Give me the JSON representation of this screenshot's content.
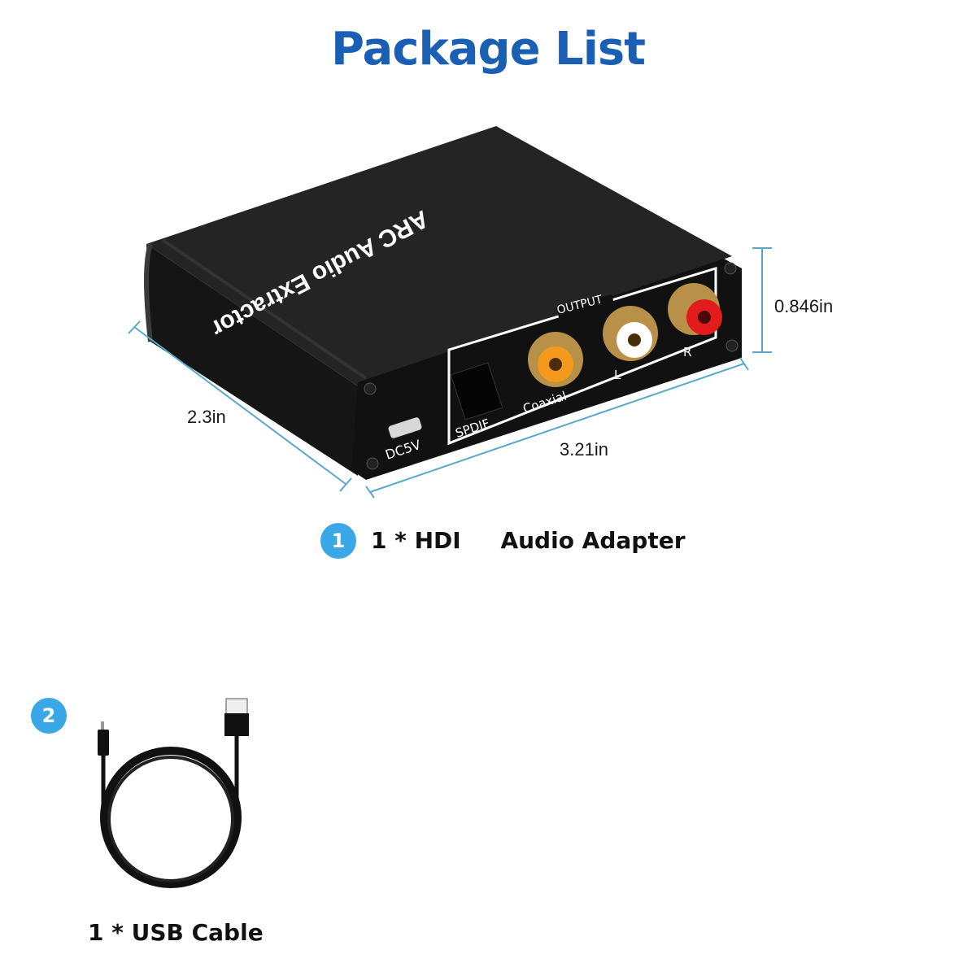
{
  "title": "Package List",
  "colors": {
    "title": "#1a5fb4",
    "badge": "#3aa8e6",
    "dimension_line": "#5ba7c9",
    "device_body": "#1b1b1b",
    "gold": "#c8a45c",
    "coaxial_insert": "#f39a1c",
    "left_insert": "#ffffff",
    "right_insert": "#e21c1c"
  },
  "device": {
    "top_label": "ARC Audio Extractor",
    "panel_label": "OUTPUT",
    "ports": {
      "power": "DC5V",
      "optical": "SPDIF",
      "coaxial": "Coaxial",
      "left": "L",
      "right": "R"
    },
    "dimensions": {
      "depth": "2.3in",
      "width": "3.21in",
      "height": "0.846in"
    }
  },
  "items": [
    {
      "number": "1",
      "label": "1 * HDI     Audio Adapter"
    },
    {
      "number": "2",
      "label": "1 * USB Cable"
    }
  ]
}
